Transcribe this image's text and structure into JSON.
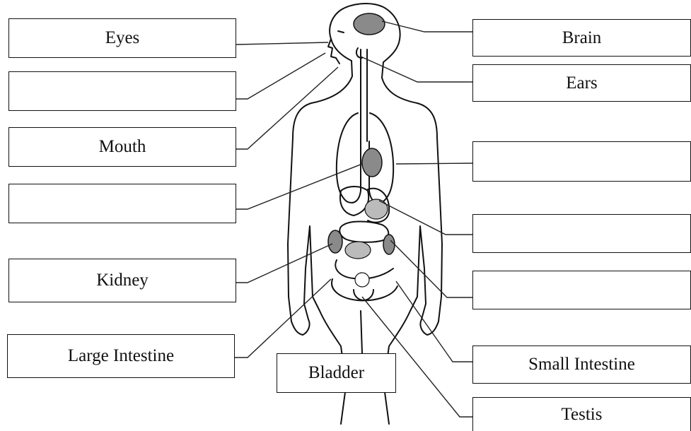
{
  "labels": {
    "eyes": "Eyes",
    "blank_1": "",
    "mouth": "Mouth",
    "blank_2": "",
    "kidney": "Kidney",
    "large_intestine": "Large Intestine",
    "bladder": "Bladder",
    "brain": "Brain",
    "ears": "Ears",
    "blank_3": "",
    "blank_4": "",
    "blank_5": "",
    "small_intestine": "Small Intestine",
    "testis": "Testis"
  },
  "colors": {
    "line": "#111111",
    "organ_shade": "#8a8a8a",
    "background": "#ffffff"
  }
}
